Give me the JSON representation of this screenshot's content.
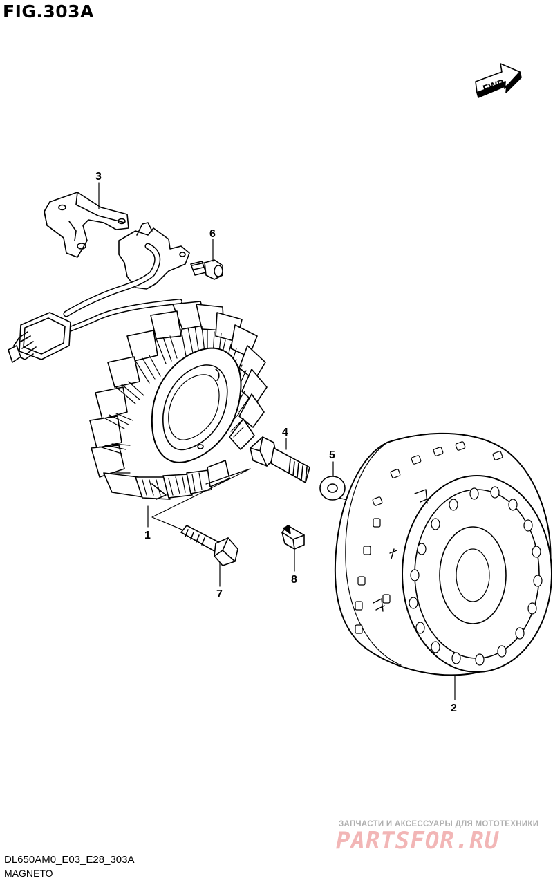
{
  "header": {
    "figure_title": "FIG.303A"
  },
  "fwd_arrow": {
    "label": "FWD"
  },
  "callouts": [
    "1",
    "2",
    "3",
    "4",
    "5",
    "6",
    "7",
    "8"
  ],
  "footer": {
    "diagram_code": "DL650AM0_E03_E28_303A",
    "diagram_name": "MAGNETO"
  },
  "watermark": {
    "tagline": "ЗАПЧАСТИ И АКСЕССУАРЫ ДЛЯ МОТОТЕХНИКИ",
    "brand": "PARTSFOR.RU"
  }
}
